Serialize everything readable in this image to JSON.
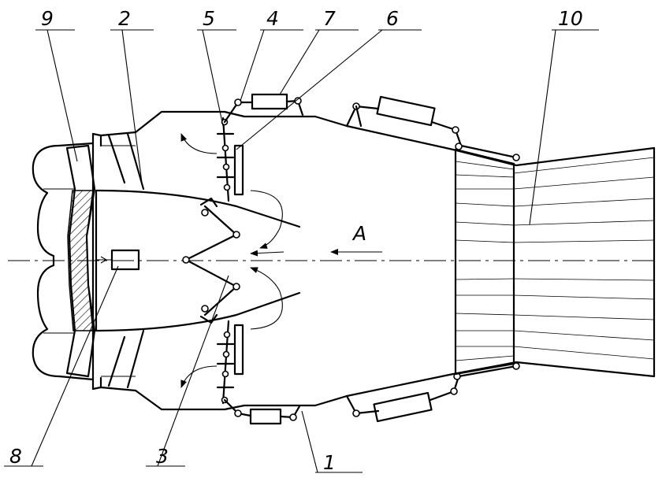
{
  "figure": {
    "part_labels": [
      "9",
      "2",
      "5",
      "4",
      "7",
      "6",
      "10",
      "8",
      "3",
      "1"
    ],
    "view_label": "A"
  }
}
